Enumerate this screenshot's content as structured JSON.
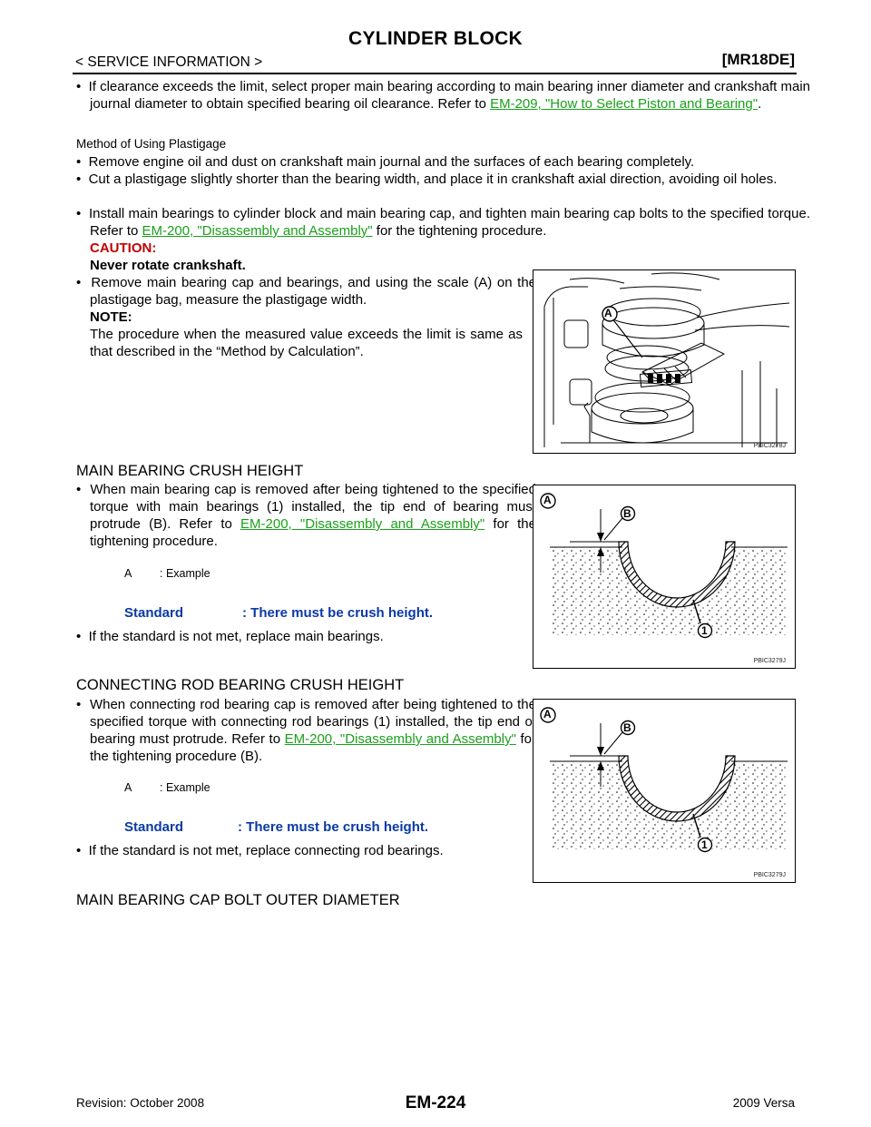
{
  "header": {
    "title": "CYLINDER BLOCK",
    "section": "< SERVICE INFORMATION >",
    "engine": "[MR18DE]"
  },
  "intro": {
    "prefix": "If clearance exceeds the limit, select proper main bearing according to main bearing inner diameter and crankshaft main journal diameter to obtain specified bearing oil clearance. Refer to ",
    "link": "EM-209, \"How to Select Piston and Bearing\"",
    "suffix": "."
  },
  "plastigage": {
    "heading": "Method of Using Plastigage",
    "b1": "Remove engine oil and dust on crankshaft main journal and the surfaces of each bearing completely.",
    "b2": "Cut a plastigage slightly shorter than the bearing width, and place it in crankshaft axial direction, avoiding oil holes.",
    "b3_prefix": "Install main bearings to cylinder block and main bearing cap, and tighten main bearing cap bolts to the specified torque. Refer to ",
    "b3_link": "EM-200, \"Disassembly and Assembly\"",
    "b3_suffix": " for the tightening procedure.",
    "caution_label": "CAUTION:",
    "caution_text": "Never rotate crankshaft.",
    "b4": "Remove main bearing cap and bearings, and using the scale (A) on the plastigage bag, measure the plastigage width.",
    "note_label": "NOTE:",
    "note_text": "The procedure when the measured value exceeds the limit is same as that described in the “Method by Calculation”.",
    "fig_code": "PBIC3278J",
    "fig_label": "A"
  },
  "main_crush": {
    "heading": "MAIN BEARING CRUSH HEIGHT",
    "b1_prefix": "When main bearing cap is removed after being tightened to the specified torque with main bearings (1) installed, the tip end of bearing must protrude (B). Refer to ",
    "b1_link": "EM-200, \"Disassembly and Assembly\"",
    "b1_suffix": " for the tightening procedure.",
    "legend_key": "A",
    "legend_val": ": Example",
    "std_label": "Standard",
    "std_val": ": There must be crush height.",
    "b2": "If the standard is not met, replace main bearings.",
    "fig_code": "PBIC3279J",
    "fig_a": "A",
    "fig_b": "B",
    "fig_1": "1"
  },
  "rod_crush": {
    "heading": "CONNECTING ROD BEARING CRUSH HEIGHT",
    "b1_prefix": "When connecting rod bearing cap is removed after being tightened to the specified torque with connecting rod bearings (1) installed, the tip end of bearing must protrude. Refer to ",
    "b1_link": "EM-200, \"Disassembly and Assembly\"",
    "b1_suffix": " for the tightening procedure (B).",
    "legend_key": "A",
    "legend_val": ": Example",
    "std_label": "Standard",
    "std_val": ": There must be crush height.",
    "b2": "If the standard is not met, replace connecting rod bearings.",
    "fig_code": "PBIC3279J",
    "fig_a": "A",
    "fig_b": "B",
    "fig_1": "1"
  },
  "last_heading": "MAIN BEARING CAP BOLT OUTER DIAMETER",
  "footer": {
    "revision": "Revision: October 2008",
    "page": "EM-224",
    "model": "2009 Versa"
  },
  "colors": {
    "link": "#1aa11a",
    "caution": "#c00000",
    "standard": "#0a3aa6"
  }
}
